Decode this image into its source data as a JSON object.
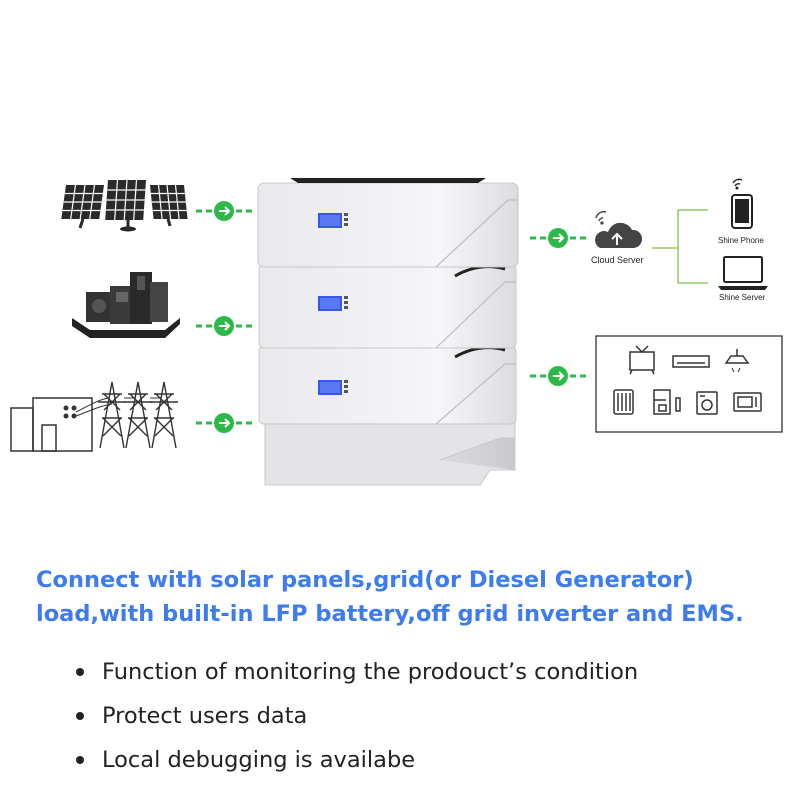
{
  "colors": {
    "accent_green": "#2db84a",
    "headline_blue": "#3d7bf0",
    "lcd_blue": "#3757e6",
    "cabinet_white": "#f1f1f3"
  },
  "diagram": {
    "cloud_server_label": "Cloud Server",
    "shine_phone_label": "Shine Phone",
    "shine_server_label": "Shine Server",
    "inputs": [
      "solar-panels-icon",
      "diesel-generator-icon",
      "power-grid-icon"
    ],
    "outputs": [
      "cloud-server-icon",
      "household-loads-icon"
    ]
  },
  "headline": {
    "line1": "Connect with solar panels,grid(or Diesel Generator)",
    "line2": "load,with built-in LFP battery,off grid inverter and EMS."
  },
  "features": [
    "Function of monitoring the prodouct’s condition",
    "Protect users data",
    "Local debugging is availabe"
  ]
}
